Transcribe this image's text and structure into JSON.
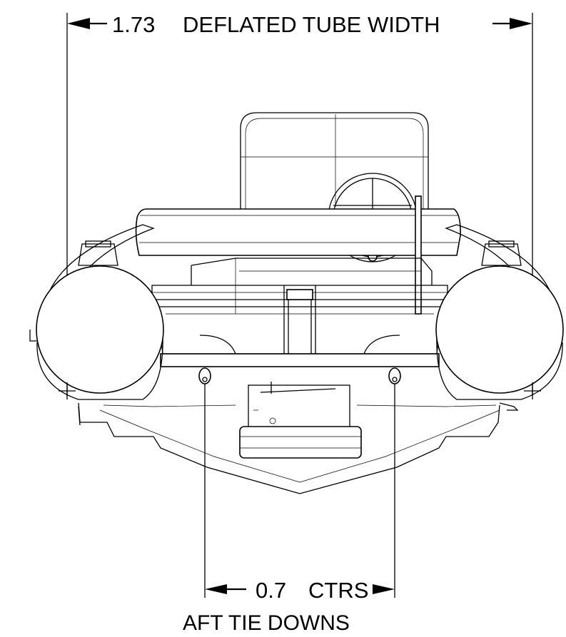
{
  "dimensions": {
    "tube_width": {
      "value": "1.73",
      "label": "DEFLATED TUBE WIDTH"
    },
    "tie_down_spacing": {
      "value": "0.7",
      "label": "CTRS"
    }
  },
  "caption": "AFT TIE DOWNS"
}
